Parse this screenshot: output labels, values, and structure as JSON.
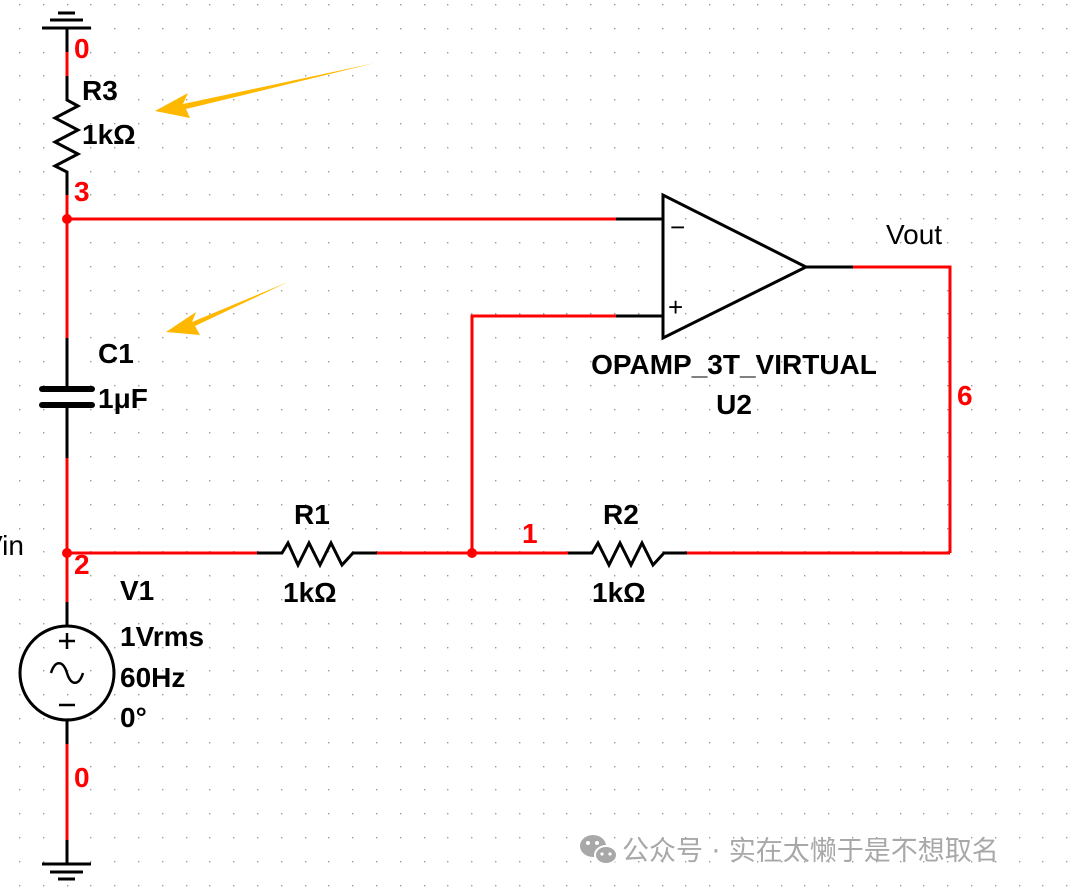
{
  "colors": {
    "wire": "#ff0000",
    "symbol": "#000000",
    "node_label": "#ff0000",
    "arrow": "#ffb800",
    "grid_dot": "#9a9a9a",
    "watermark": "#a8a8a8"
  },
  "components": {
    "R3": {
      "ref": "R3",
      "value": "1kΩ"
    },
    "C1": {
      "ref": "C1",
      "value": "1μF"
    },
    "R1": {
      "ref": "R1",
      "value": "1kΩ"
    },
    "R2": {
      "ref": "R2",
      "value": "1kΩ"
    },
    "V1": {
      "ref": "V1",
      "amplitude": "1Vrms",
      "frequency": "60Hz",
      "phase": "0°"
    },
    "U2": {
      "ref": "U2",
      "model": "OPAMP_3T_VIRTUAL",
      "minus_sign": "−",
      "plus_sign": "+"
    }
  },
  "nets": {
    "node_0_top": "0",
    "node_3": "3",
    "node_2": "2",
    "node_1": "1",
    "node_6": "6",
    "node_0_bottom": "0",
    "vin_label": "Vin",
    "vout_label": "Vout"
  },
  "annotations": {
    "arrow_count": 2,
    "arrow_targets": [
      "R3",
      "C1"
    ]
  },
  "watermark": {
    "icon": "wechat-icon",
    "text": "公众号 · 实在太懒于是不想取名"
  }
}
